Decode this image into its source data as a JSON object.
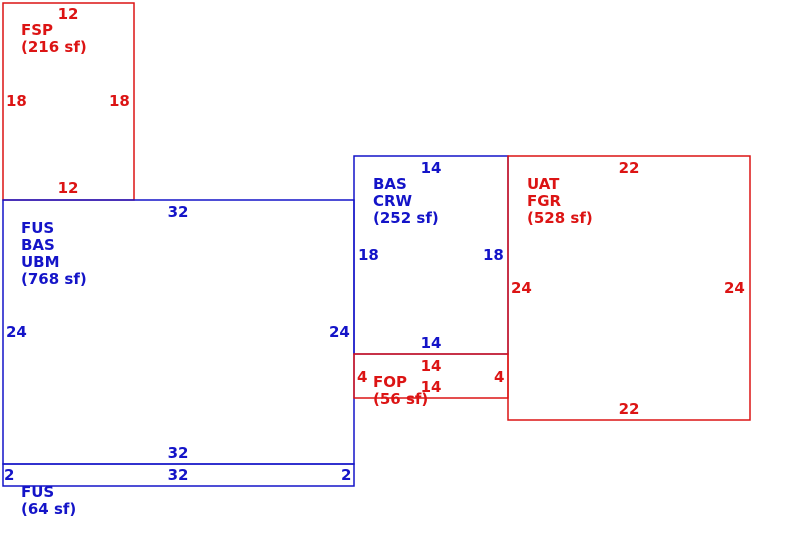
{
  "colors": {
    "blue": "#1414c8",
    "red": "#dc1414"
  },
  "areas": {
    "fsp": {
      "code": "FSP",
      "area": "(216 sf)",
      "top": "12",
      "bottom": "12",
      "left": "18",
      "right": "18",
      "color": "red"
    },
    "main": {
      "codes": [
        "FUS",
        "BAS",
        "UBM"
      ],
      "area": "(768 sf)",
      "top": "32",
      "bottom": "32",
      "left": "24",
      "right": "24",
      "color": "blue"
    },
    "fus64": {
      "code": "FUS",
      "area": "(64 sf)",
      "top": "32",
      "left": "2",
      "right": "2",
      "color": "blue"
    },
    "crw": {
      "codes": [
        "BAS",
        "CRW"
      ],
      "area": "(252 sf)",
      "top": "14",
      "bottom": "14",
      "left": "18",
      "right": "18",
      "color": "blue"
    },
    "fop": {
      "code": "FOP",
      "area": "(56 sf)",
      "top": "14",
      "bottom": "14",
      "left": "4",
      "right": "4",
      "color": "red"
    },
    "fgr": {
      "codes": [
        "UAT",
        "FGR"
      ],
      "area": "(528 sf)",
      "top": "22",
      "bottom": "22",
      "left": "24",
      "right": "24",
      "color": "red"
    }
  }
}
